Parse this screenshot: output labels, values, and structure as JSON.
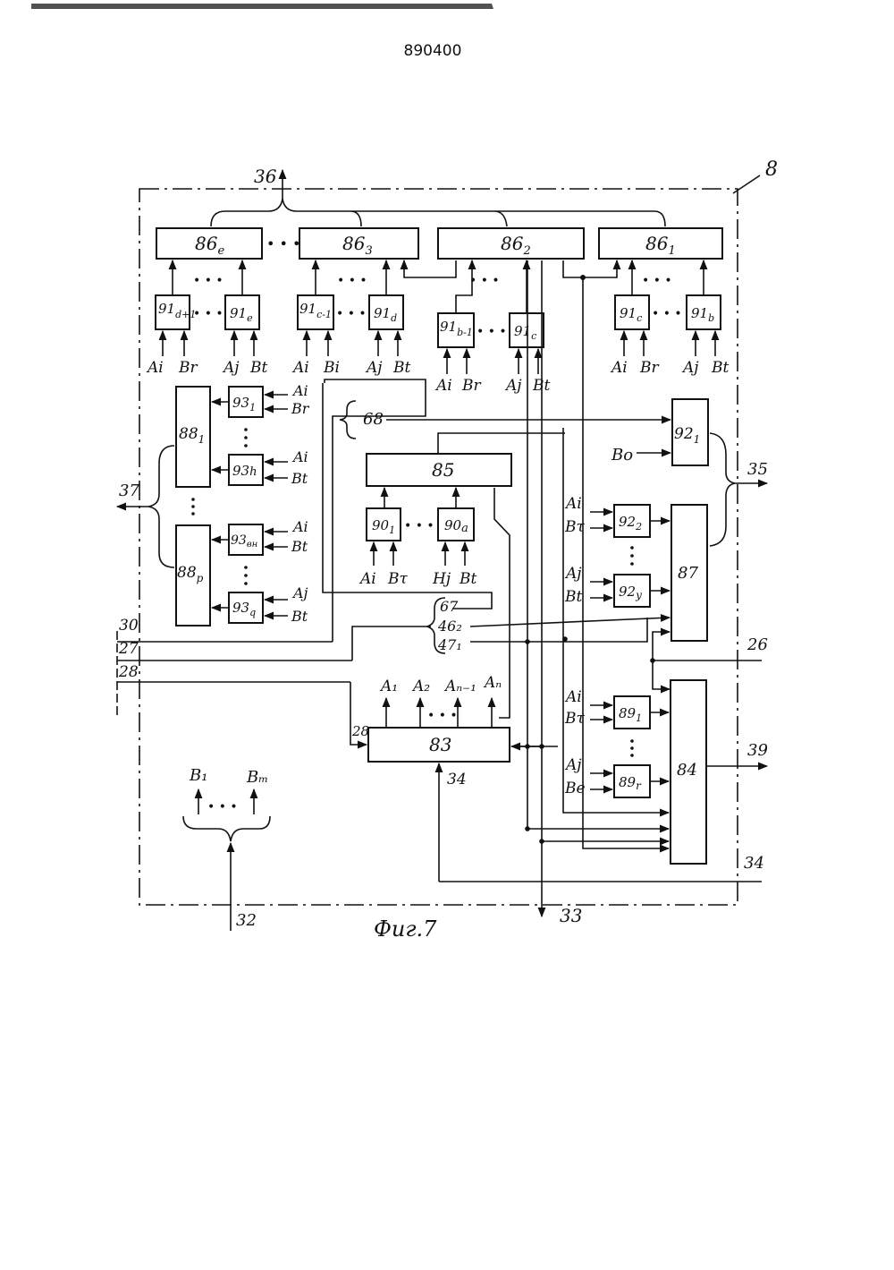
{
  "header": {
    "doc_number": "890400"
  },
  "figure": {
    "caption": "Фиг.7",
    "unit_label": "8"
  },
  "blocks": {
    "b86e": {
      "base": "86",
      "sub": "e"
    },
    "b863": {
      "base": "86",
      "sub": "3"
    },
    "b862": {
      "base": "86",
      "sub": "2"
    },
    "b861": {
      "base": "86",
      "sub": "1"
    },
    "b91d1": {
      "base": "91",
      "sub": "d+1"
    },
    "b91e": {
      "base": "91",
      "sub": "e"
    },
    "b91c1": {
      "base": "91",
      "sub": "c-1"
    },
    "b91d": {
      "base": "91",
      "sub": "d"
    },
    "b91b1": {
      "base": "91",
      "sub": "b-1"
    },
    "b91c": {
      "base": "91",
      "sub": "c"
    },
    "b91c_r": {
      "base": "91",
      "sub": "c"
    },
    "b91b": {
      "base": "91",
      "sub": "b"
    },
    "b931": {
      "base": "93",
      "sub": "1"
    },
    "b93h": {
      "base": "93",
      "sub": "h"
    },
    "b93bh": {
      "base": "93",
      "sub": "вн"
    },
    "b93q": {
      "base": "93",
      "sub": "q"
    },
    "b881": {
      "base": "88",
      "sub": "1"
    },
    "b88p": {
      "base": "88",
      "sub": "p"
    },
    "b85": {
      "base": "85",
      "sub": ""
    },
    "b901": {
      "base": "90",
      "sub": "1"
    },
    "b90a": {
      "base": "90",
      "sub": "a"
    },
    "b921": {
      "base": "92",
      "sub": "1"
    },
    "b922": {
      "base": "92",
      "sub": "2"
    },
    "b92y": {
      "base": "92",
      "sub": "y"
    },
    "b87": {
      "base": "87",
      "sub": ""
    },
    "b83": {
      "base": "83",
      "sub": ""
    },
    "b891": {
      "base": "89",
      "sub": "1"
    },
    "b89r": {
      "base": "89",
      "sub": "r"
    },
    "b84": {
      "base": "84",
      "sub": ""
    }
  },
  "signals": {
    "s_ai": "Ai",
    "s_aj": "Aj",
    "s_br": "Br",
    "s_bt": "Bt",
    "s_bi": "Bi",
    "s_btau": "Bτ",
    "s_be": "Be",
    "s_hj": "Hj",
    "s_bo": "Bo"
  },
  "buses": {
    "n36": "36",
    "n37": "37",
    "n35": "35",
    "n39": "39",
    "n26": "26",
    "n34": "34",
    "n33": "33",
    "n32": "32",
    "n30": "30",
    "n27": "27",
    "n28": "28",
    "n68": "68",
    "n67": "67",
    "n46": "46₂",
    "n47": "47₁"
  },
  "outputs_a": [
    "A₁",
    "A₂",
    "Aₙ₋₁",
    "Aₙ"
  ],
  "outputs_b": [
    "B₁",
    "Bₘ"
  ],
  "ellipsis": "• • •"
}
